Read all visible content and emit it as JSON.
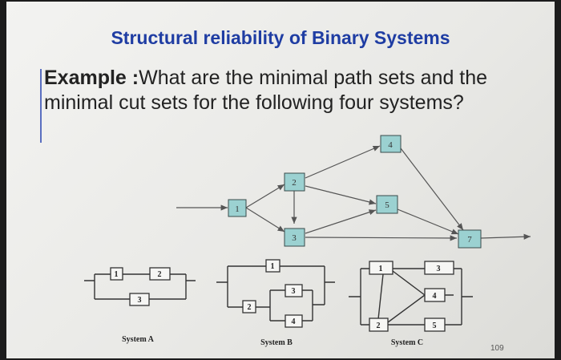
{
  "slide": {
    "title": "Structural reliability of Binary Systems",
    "question_prefix": "Example :",
    "question": "What are the minimal path sets and the minimal cut sets  for the following four systems?",
    "page_number": "109"
  },
  "main_diagram": {
    "blocks": [
      "1",
      "2",
      "3",
      "4",
      "5",
      "7"
    ]
  },
  "systems": [
    {
      "caption": "System A",
      "blocks": [
        "1",
        "2",
        "3"
      ]
    },
    {
      "caption": "System B",
      "blocks": [
        "1",
        "2",
        "3",
        "4"
      ]
    },
    {
      "caption": "System C",
      "blocks": [
        "1",
        "3",
        "4",
        "2",
        "5"
      ]
    }
  ],
  "colors": {
    "title": "#1f3da3",
    "block_fill": "#9bd1d1"
  }
}
